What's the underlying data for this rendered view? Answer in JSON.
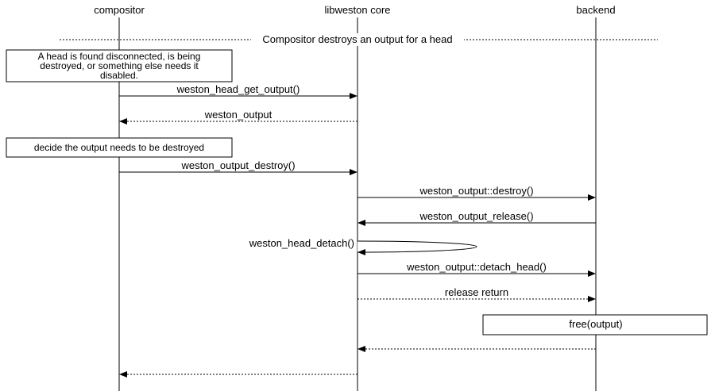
{
  "diagram": {
    "title": "Compositor destroys an output for a head",
    "actors": [
      {
        "name": "compositor"
      },
      {
        "name": "libweston core"
      },
      {
        "name": "backend"
      }
    ],
    "note_disconnected": {
      "lines": [
        "A head is found disconnected, is being",
        "destroyed, or something else needs it",
        "disabled."
      ]
    },
    "note_decide": {
      "text": "decide the output needs to be destroyed"
    },
    "messages": {
      "head_get_output": "weston_head_get_output()",
      "weston_output_return": "weston_output",
      "output_destroy": "weston_output_destroy()",
      "output_destroy_virtual": "weston_output::destroy()",
      "output_release": "weston_output_release()",
      "head_detach": "weston_head_detach()",
      "output_detach_head": "weston_output::detach_head()",
      "release_return": "release return",
      "free_output": "free(output)"
    }
  }
}
